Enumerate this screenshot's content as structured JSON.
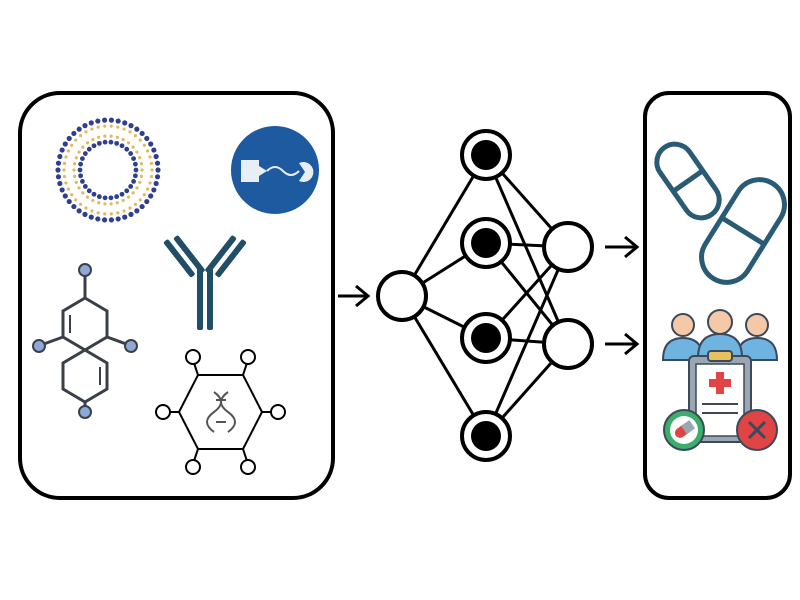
{
  "diagram": {
    "inputs": [
      {
        "name": "liposome",
        "icon": "liposome-icon"
      },
      {
        "name": "protein-ligand-binding",
        "icon": "protein-binding-icon"
      },
      {
        "name": "antibody",
        "icon": "antibody-icon"
      },
      {
        "name": "small-molecule",
        "icon": "molecule-icon"
      },
      {
        "name": "dna-graph",
        "icon": "dna-graph-icon"
      }
    ],
    "network": {
      "layers": [
        1,
        4,
        2
      ],
      "hidden_layer_fill": "black",
      "input_layer_fill": "white",
      "output_layer_fill": "white"
    },
    "outputs": [
      {
        "name": "drug-capsules",
        "icon": "capsule-icon"
      },
      {
        "name": "clinical-outcomes",
        "icon": "clinical-trial-icon"
      }
    ],
    "colors": {
      "outline": "#000000",
      "drug_blue": "#2a5b74",
      "lipid_blue": "#2e3f8f",
      "lipid_tail": "#e0b860",
      "antibody": "#1f4e66",
      "badge_blue": "#1e5aa0",
      "molecule_node": "#8fa8d8",
      "person_skin": "#f5c9a8",
      "person_body": "#6fb3e0",
      "cross_red": "#e04444",
      "clipboard": "#3a4a5a",
      "check_green": "#3cae6a"
    }
  }
}
